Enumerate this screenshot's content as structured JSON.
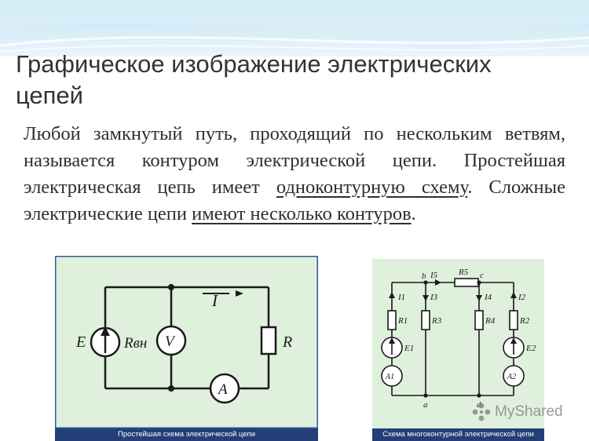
{
  "title": "Графическое изображение электрических цепей",
  "paragraph": {
    "part1": "Любой замкнутый путь, проходящий по нескольким ветвям, называется контуром электрической цепи. Простейшая электрическая цепь имеет ",
    "link1": "одноконтурную схему",
    "part2": ". Сложные электрические цепи ",
    "link2": "имеют несколько контуров",
    "part3": "."
  },
  "figure1": {
    "caption": "Простейшая схема электрической цепи",
    "labels": {
      "E": "E",
      "Rvn": "Rвн",
      "V": "V",
      "I": "I",
      "R": "R",
      "A": "A"
    }
  },
  "figure2": {
    "caption": "Схема многоконтурной электрической цепи",
    "labels": {
      "b": "b",
      "I5": "I5",
      "R5": "R5",
      "c": "c",
      "I1": "I1",
      "I3": "I3",
      "I4": "I4",
      "I2": "I2",
      "R1": "R1",
      "R3": "R3",
      "R4": "R4",
      "R2": "R2",
      "E1": "E1",
      "E2": "E2",
      "A1": "A1",
      "A2": "A2",
      "a": "a",
      "d": "d"
    }
  },
  "watermark": {
    "text": "MyShared"
  },
  "colors": {
    "figure_bg": "#dff0dc",
    "caption_bg": "#243e78",
    "top_band": "#cfeaf6"
  }
}
